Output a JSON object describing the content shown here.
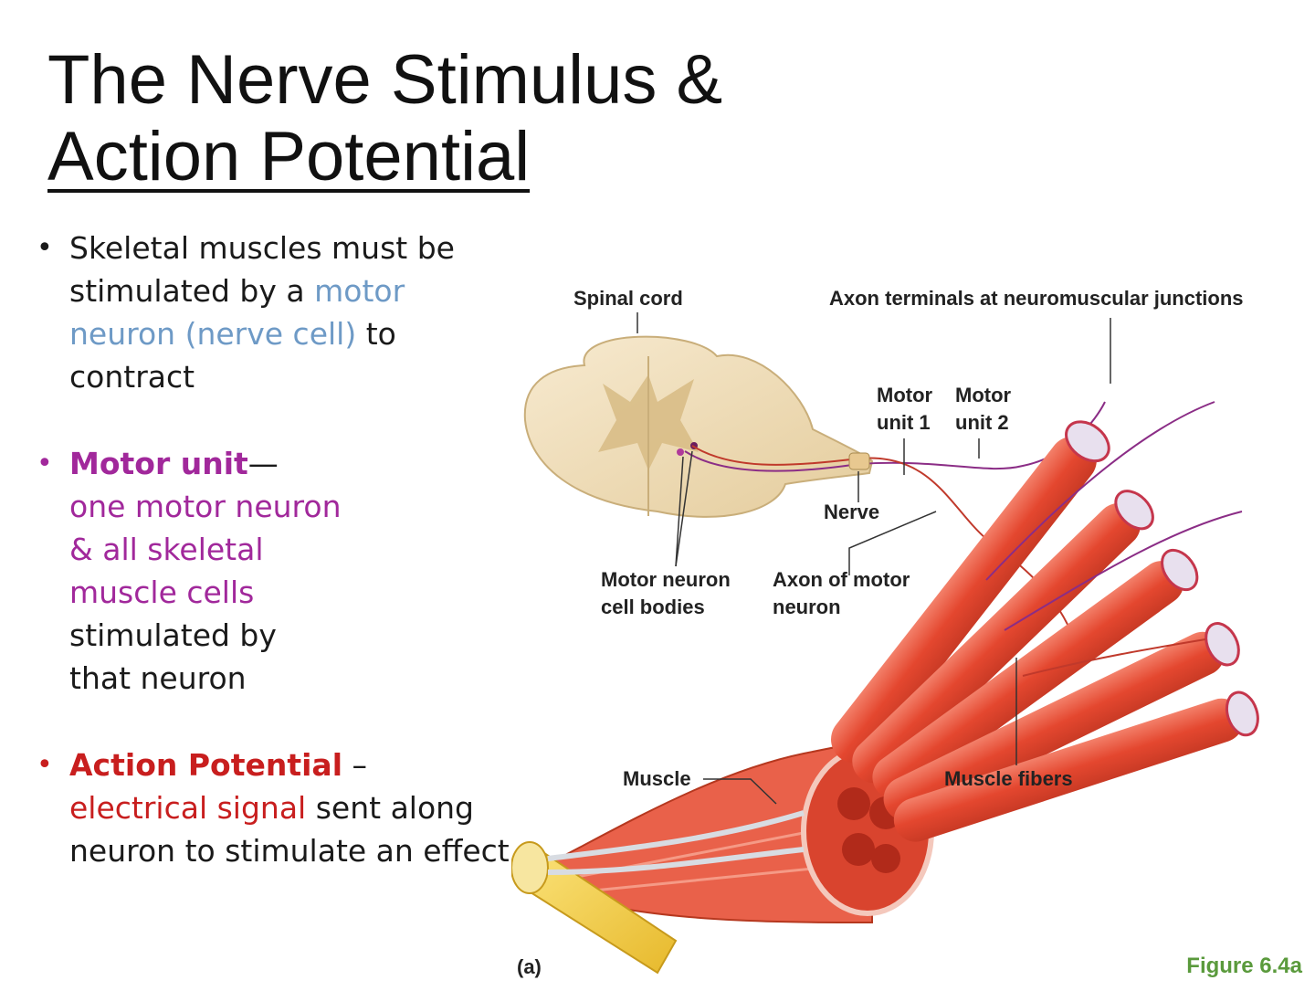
{
  "title": {
    "line1": "The Nerve Stimulus &",
    "line2": "Action Potential"
  },
  "bullets": [
    {
      "parts": [
        "Skeletal muscles must be stimulated by a ",
        "motor neuron (nerve cell)",
        " to contract"
      ]
    },
    {
      "parts": [
        "Motor unit",
        "—",
        "one motor neuron & all skeletal muscle cells",
        " stimulated by that neuron"
      ]
    },
    {
      "parts": [
        "Action Potential",
        " – ",
        "electrical signal",
        " sent along neuron to stimulate an effect"
      ]
    }
  ],
  "diagram": {
    "labels": {
      "spinal_cord": "Spinal cord",
      "axon_terminals": "Axon terminals at neuromuscular junctions",
      "motor_unit_1": "Motor\nunit 1",
      "motor_unit_2": "Motor\nunit 2",
      "nerve": "Nerve",
      "motor_neuron_cell_bodies": "Motor neuron\ncell bodies",
      "axon_of_motor_neuron": "Axon of motor\nneuron",
      "muscle": "Muscle",
      "muscle_fibers": "Muscle fibers",
      "panel": "(a)"
    },
    "caption": "Figure 6.4a"
  },
  "colors": {
    "title": "#111111",
    "text": "#1a1a1a",
    "motor_neuron_blue": "#6e9ac6",
    "motor_unit_purple": "#a1289b",
    "action_potential_red": "#c81e1e",
    "figure_caption_green": "#5a9a3c",
    "muscle": "#e8503a",
    "spinal_cord": "#f1e0bd",
    "tendon": "#f2d04a"
  }
}
